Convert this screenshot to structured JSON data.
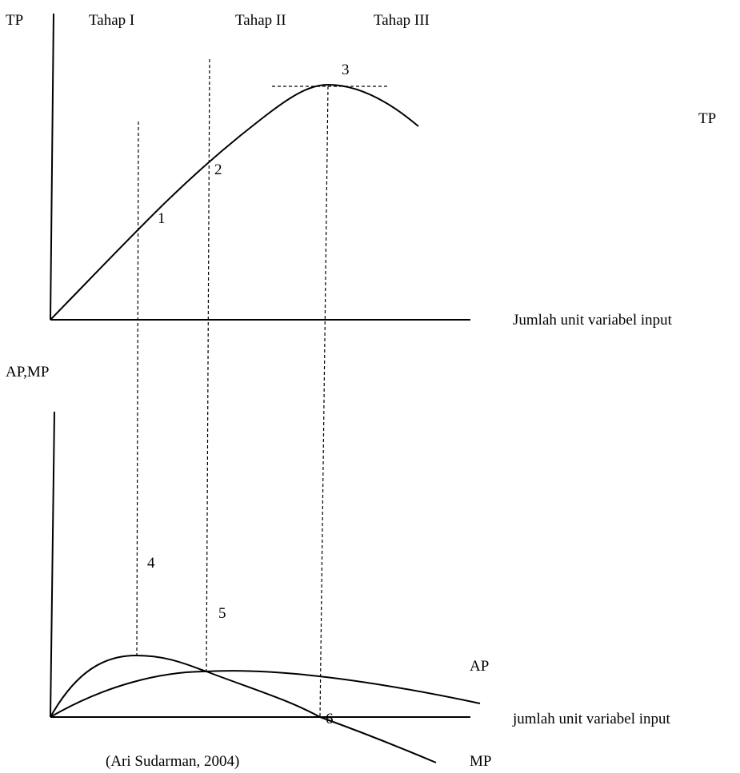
{
  "top_panel": {
    "y_axis_label": "TP",
    "curve_label": "TP",
    "x_axis_label": "Jumlah unit variabel input",
    "stage_labels": [
      "Tahap I",
      "Tahap II",
      "Tahap III"
    ],
    "points": [
      "1",
      "2",
      "3"
    ]
  },
  "bottom_panel": {
    "y_axis_label": "AP,MP",
    "x_axis_label": "jumlah unit variabel input",
    "curves": [
      "AP",
      "MP"
    ],
    "points": [
      "4",
      "5",
      "6"
    ]
  },
  "source": "(Ari Sudarman, 2004)"
}
